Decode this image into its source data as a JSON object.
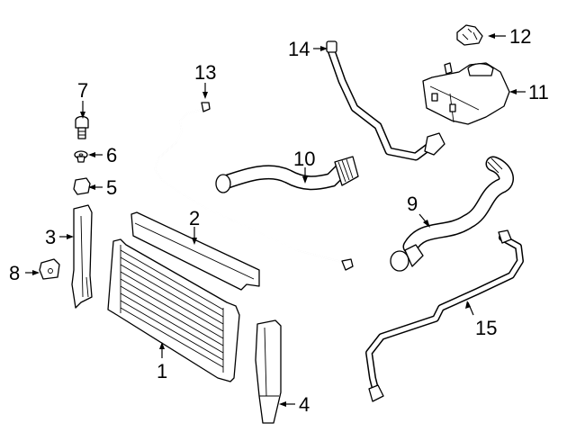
{
  "diagram": {
    "title": "Cooling system components exploded view",
    "callouts": [
      {
        "id": "1",
        "label": "1",
        "part": "radiator"
      },
      {
        "id": "2",
        "label": "2",
        "part": "upper-air-deflector"
      },
      {
        "id": "3",
        "label": "3",
        "part": "left-side-seal"
      },
      {
        "id": "4",
        "label": "4",
        "part": "right-side-seal"
      },
      {
        "id": "5",
        "label": "5",
        "part": "clip"
      },
      {
        "id": "6",
        "label": "6",
        "part": "grommet"
      },
      {
        "id": "7",
        "label": "7",
        "part": "bolt"
      },
      {
        "id": "8",
        "label": "8",
        "part": "bracket"
      },
      {
        "id": "9",
        "label": "9",
        "part": "lower-hose"
      },
      {
        "id": "10",
        "label": "10",
        "part": "upper-hose"
      },
      {
        "id": "11",
        "label": "11",
        "part": "expansion-tank"
      },
      {
        "id": "12",
        "label": "12",
        "part": "tank-cap"
      },
      {
        "id": "13",
        "label": "13",
        "part": "vent-line"
      },
      {
        "id": "14",
        "label": "14",
        "part": "overflow-hose"
      },
      {
        "id": "15",
        "label": "15",
        "part": "return-hose"
      }
    ]
  }
}
